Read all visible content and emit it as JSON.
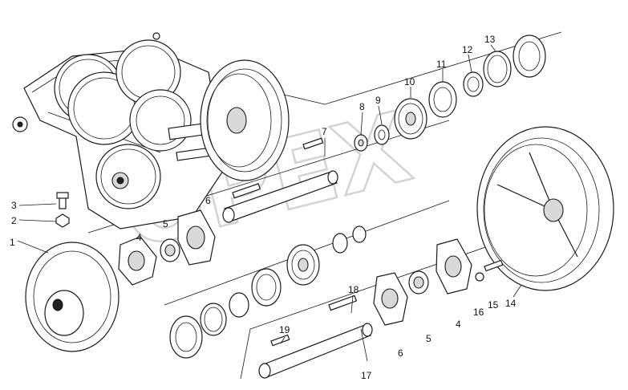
{
  "watermark": "OPEX",
  "parts": {
    "p1": "1",
    "p2": "2",
    "p3": "3",
    "p4a": "4",
    "p4b": "4",
    "p5a": "5",
    "p5b": "5",
    "p6a": "6",
    "p6b": "6",
    "p7": "7",
    "p8": "8",
    "p9": "9",
    "p10": "10",
    "p11": "11",
    "p12": "12",
    "p13": "13",
    "p14": "14",
    "p15": "15",
    "p16": "16",
    "p17": "17",
    "p18": "18",
    "p19": "19"
  }
}
